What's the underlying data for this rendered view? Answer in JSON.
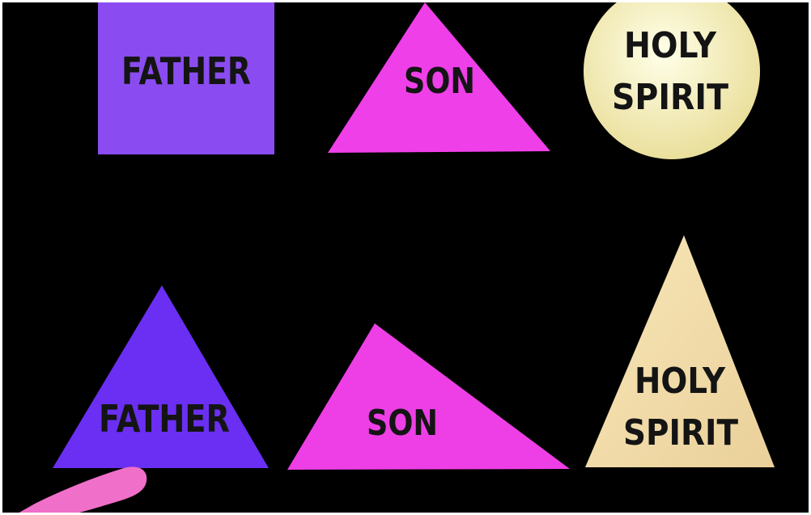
{
  "shapes": {
    "top_row": {
      "father": {
        "label": "FATHER",
        "shape": "square",
        "color": "#8a4cf0"
      },
      "son": {
        "label": "SON",
        "shape": "triangle",
        "color": "#ef3fe9"
      },
      "holy_spirit": {
        "line1": "HOLY",
        "line2": "SPIRIT",
        "shape": "circle",
        "color": "#f7f2cc"
      }
    },
    "bottom_row": {
      "father": {
        "label": "FATHER",
        "shape": "triangle",
        "color": "#6a2ff2"
      },
      "son": {
        "label": "SON",
        "shape": "triangle",
        "color": "#ee3fe6"
      },
      "holy_spirit": {
        "line1": "HOLY",
        "line2": "SPIRIT",
        "shape": "triangle",
        "color": "#f3dcaa"
      }
    }
  },
  "colors": {
    "background": "#000000",
    "text": "#141414",
    "finger": "#f06fc9"
  }
}
